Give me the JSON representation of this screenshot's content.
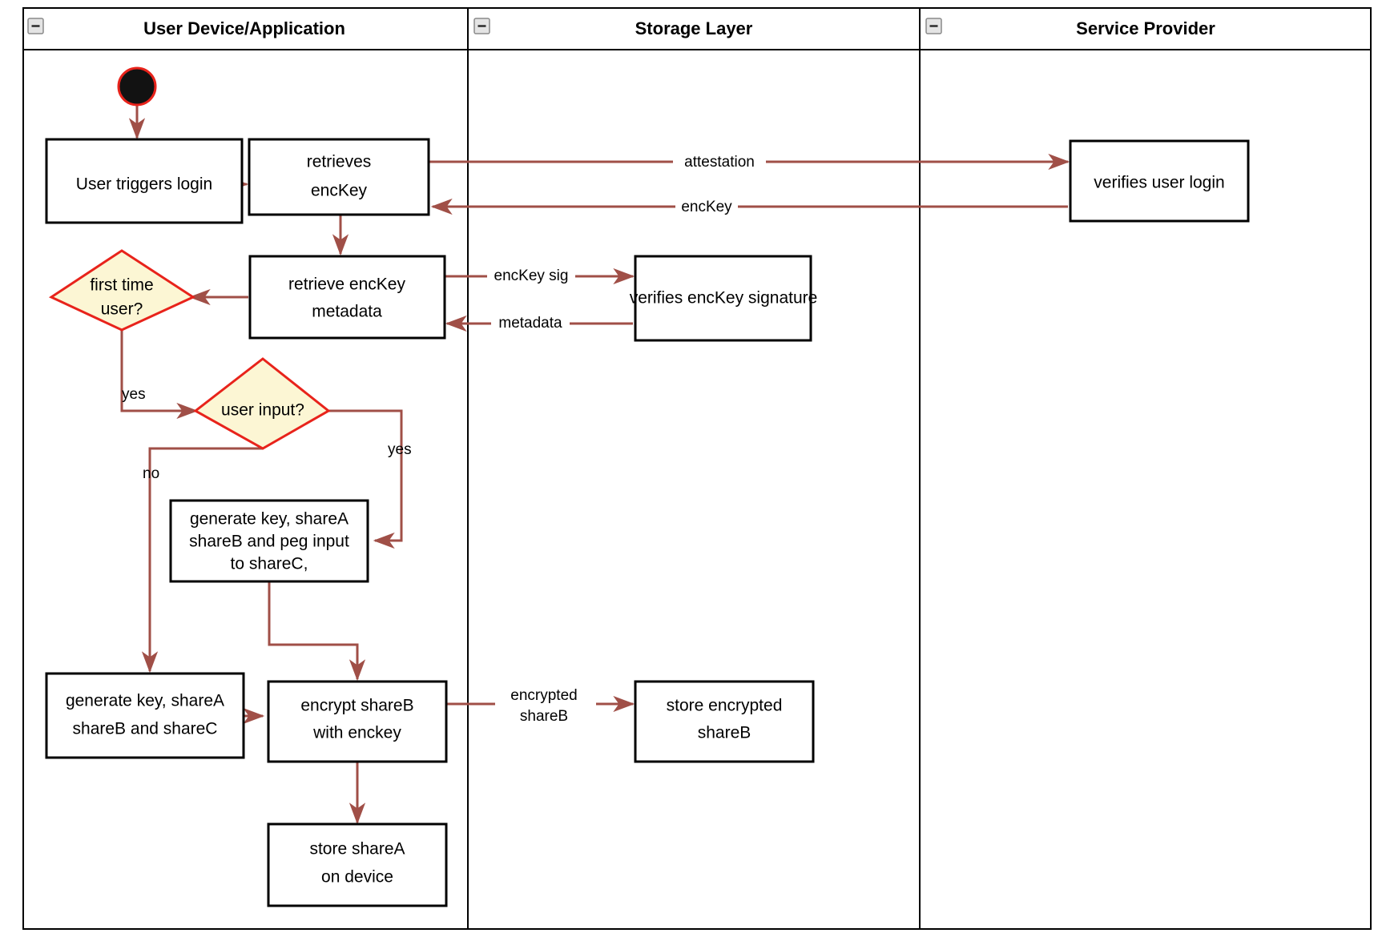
{
  "diagram": {
    "title": "Login and key-share provisioning activity diagram",
    "type": "uml-activity-swimlane",
    "colors": {
      "lane_border": "#000000",
      "node_border": "#000000",
      "node_fill": "#ffffff",
      "decision_fill": "#fcf6d4",
      "decision_border": "#e8231b",
      "flow_arrow": "#a04f47",
      "start_node_fill": "#121212",
      "start_node_border": "#e8231b",
      "collapse_icon_fill": "#e4e4e4"
    }
  },
  "lanes": [
    {
      "id": "user-device",
      "title": "User Device/Application",
      "collapse_icon": "minus-icon"
    },
    {
      "id": "storage-layer",
      "title": "Storage Layer",
      "collapse_icon": "minus-icon"
    },
    {
      "id": "service-provider",
      "title": "Service Provider",
      "collapse_icon": "minus-icon"
    }
  ],
  "nodes": {
    "start": {
      "label": "",
      "shape": "initial-node"
    },
    "user_triggers_login": {
      "label": "User triggers login",
      "shape": "activity"
    },
    "retrieves_enckey": {
      "line1": "retrieves",
      "line2": "encKey",
      "shape": "activity"
    },
    "retrieve_enckey_metadata": {
      "line1": "retrieve encKey",
      "line2": "metadata",
      "shape": "activity"
    },
    "first_time_user": {
      "line1": "first time",
      "line2": "user?",
      "shape": "decision"
    },
    "user_input": {
      "label": "user input?",
      "shape": "decision"
    },
    "generate_key_peg": {
      "line1": "generate key, shareA",
      "line2": "shareB and peg input",
      "line3": "to shareC,",
      "shape": "activity"
    },
    "generate_key_shares": {
      "line1": "generate key, shareA",
      "line2": "shareB and shareC",
      "shape": "activity"
    },
    "encrypt_shareb": {
      "line1": "encrypt shareB",
      "line2": "with enckey",
      "shape": "activity"
    },
    "store_sharea": {
      "line1": "store shareA",
      "line2": "on device",
      "shape": "activity"
    },
    "verifies_enckey_signature": {
      "label": "verifies encKey signature",
      "shape": "activity"
    },
    "store_encrypted_shareb": {
      "line1": "store encrypted",
      "line2": "shareB",
      "shape": "activity"
    },
    "verifies_user_login": {
      "label": "verifies user login",
      "shape": "activity"
    }
  },
  "edge_labels": {
    "attestation": "attestation",
    "enckey": "encKey",
    "enckey_sig": "encKey sig",
    "metadata": "metadata",
    "first_time_yes": "yes",
    "user_input_yes": "yes",
    "user_input_no": "no",
    "encrypted_shareb_l1": "encrypted",
    "encrypted_shareb_l2": "shareB"
  }
}
